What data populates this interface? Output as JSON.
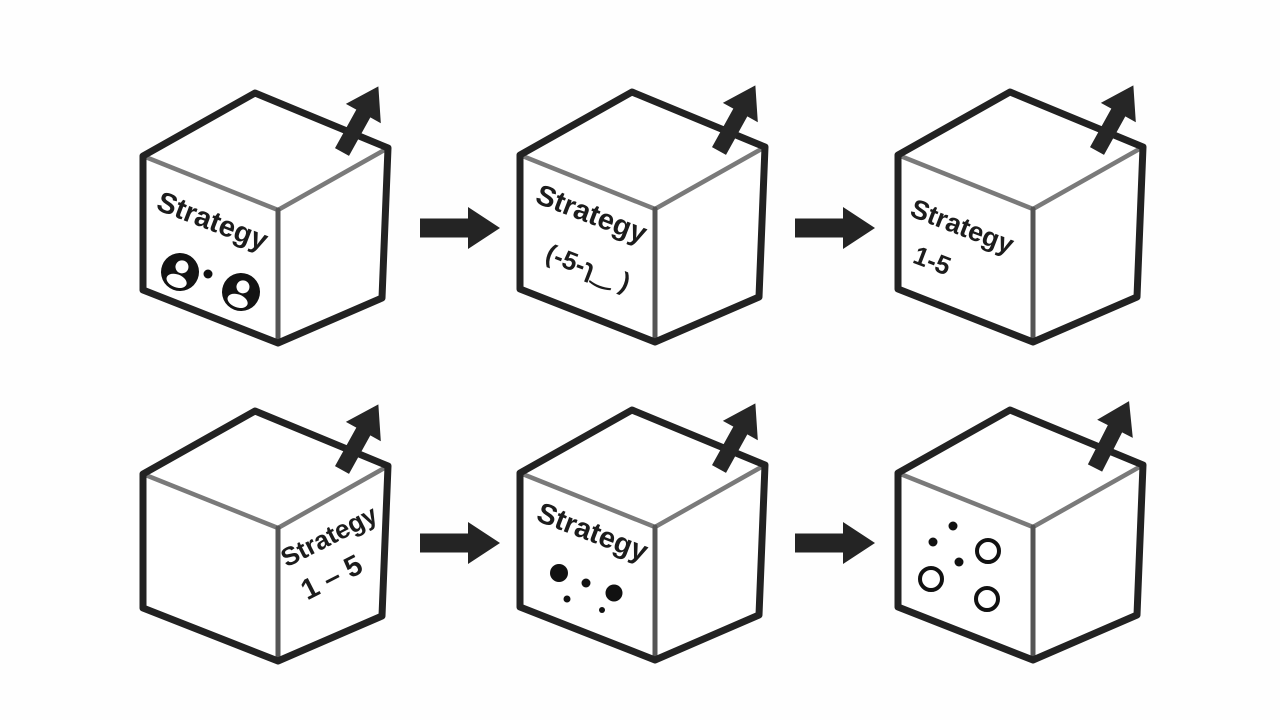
{
  "background": "#fefefe",
  "colors": {
    "outline": "#222222",
    "inner_edge": "#7a7a7a",
    "front_edge": "#555555",
    "arrow": "#242424",
    "text": "#1c1c1c",
    "face_fill": "#ffffff"
  },
  "cubes": [
    {
      "id": "cube-1",
      "position": "row-1-col-1",
      "text_face": "left",
      "line1": "Strategy",
      "line2": "",
      "icons": [
        "person-badge-icon",
        "between-dot",
        "person-badge-icon"
      ],
      "exit_arrow": "up-right"
    },
    {
      "id": "cube-2",
      "position": "row-1-col-2",
      "text_face": "left",
      "line1": "Strategy",
      "line2": "(-5-ɿ‿ )",
      "icons": [],
      "exit_arrow": "up-right"
    },
    {
      "id": "cube-3",
      "position": "row-1-col-3",
      "text_face": "left",
      "line1": "Strategy",
      "line2": "1-5",
      "icons": [],
      "exit_arrow": "up-right"
    },
    {
      "id": "cube-4",
      "position": "row-2-col-1",
      "text_face": "right",
      "line1": "Strategy",
      "line2": "1 – 5",
      "icons": [],
      "exit_arrow": "up-right"
    },
    {
      "id": "cube-5",
      "position": "row-2-col-2",
      "text_face": "left",
      "line1": "Strategy",
      "line2": "",
      "icons": [
        "scatter-filled-dots"
      ],
      "exit_arrow": "up-right"
    },
    {
      "id": "cube-6",
      "position": "row-2-col-3",
      "text_face": "none",
      "line1": "",
      "line2": "",
      "icons": [
        "hollow-circles",
        "filled-dots"
      ],
      "exit_arrow": "up-right"
    }
  ],
  "connectors": [
    {
      "id": "flow-arrow-1",
      "between": "cube-1-and-cube-2",
      "direction": "right"
    },
    {
      "id": "flow-arrow-2",
      "between": "cube-2-and-cube-3",
      "direction": "right"
    },
    {
      "id": "flow-arrow-3",
      "between": "cube-4-and-cube-5",
      "direction": "right"
    },
    {
      "id": "flow-arrow-4",
      "between": "cube-5-and-cube-6",
      "direction": "right"
    }
  ]
}
